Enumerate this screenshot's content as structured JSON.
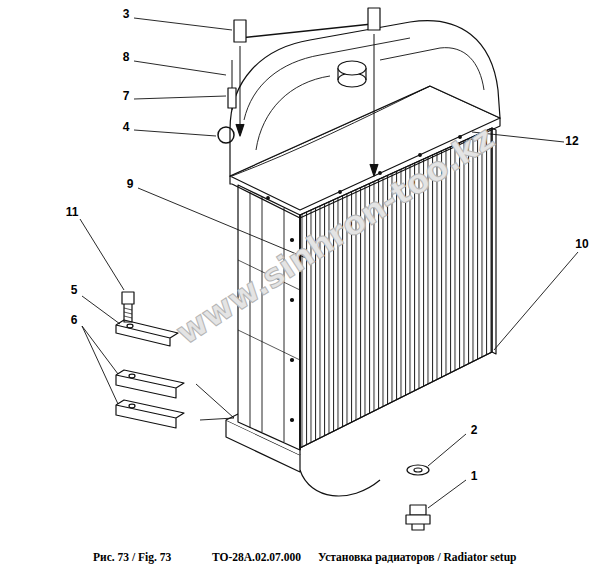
{
  "diagram": {
    "caption": "Рис. 73 / Fig. 73",
    "labels": [
      "3",
      "8",
      "7",
      "4",
      "9",
      "11",
      "5",
      "6",
      "12",
      "10",
      "2",
      "1",
      "www.sinhron-too.kz",
      "ТО-28А.02.07.000",
      "Установка радиаторов / Radiator setup"
    ]
  }
}
